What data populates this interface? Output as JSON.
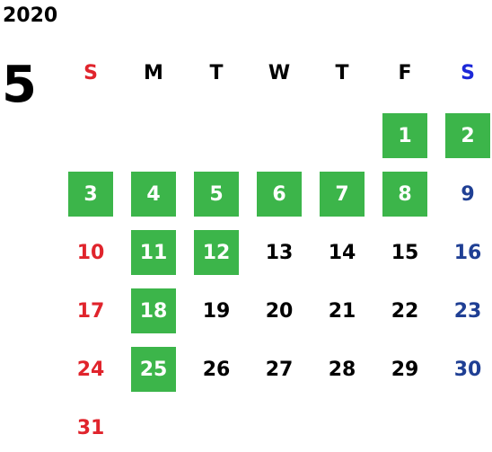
{
  "year": "2020",
  "month": "5",
  "colors": {
    "sunday": "#e0242c",
    "saturday_header": "#1c28d8",
    "saturday_day": "#1f3f94",
    "weekday": "#000000",
    "highlight_bg": "#3cb54a",
    "highlight_text": "#ffffff"
  },
  "weekdays": [
    "S",
    "M",
    "T",
    "W",
    "T",
    "F",
    "S"
  ],
  "weeks": [
    [
      null,
      null,
      null,
      null,
      null,
      {
        "day": "1",
        "hl": true
      },
      {
        "day": "2",
        "hl": true
      }
    ],
    [
      {
        "day": "3",
        "hl": true
      },
      {
        "day": "4",
        "hl": true
      },
      {
        "day": "5",
        "hl": true
      },
      {
        "day": "6",
        "hl": true
      },
      {
        "day": "7",
        "hl": true
      },
      {
        "day": "8",
        "hl": true
      },
      {
        "day": "9",
        "hl": false
      }
    ],
    [
      {
        "day": "10",
        "hl": false
      },
      {
        "day": "11",
        "hl": true
      },
      {
        "day": "12",
        "hl": true
      },
      {
        "day": "13",
        "hl": false
      },
      {
        "day": "14",
        "hl": false
      },
      {
        "day": "15",
        "hl": false
      },
      {
        "day": "16",
        "hl": false
      }
    ],
    [
      {
        "day": "17",
        "hl": false
      },
      {
        "day": "18",
        "hl": true
      },
      {
        "day": "19",
        "hl": false
      },
      {
        "day": "20",
        "hl": false
      },
      {
        "day": "21",
        "hl": false
      },
      {
        "day": "22",
        "hl": false
      },
      {
        "day": "23",
        "hl": false
      }
    ],
    [
      {
        "day": "24",
        "hl": false
      },
      {
        "day": "25",
        "hl": true
      },
      {
        "day": "26",
        "hl": false
      },
      {
        "day": "27",
        "hl": false
      },
      {
        "day": "28",
        "hl": false
      },
      {
        "day": "29",
        "hl": false
      },
      {
        "day": "30",
        "hl": false
      }
    ],
    [
      {
        "day": "31",
        "hl": false
      },
      null,
      null,
      null,
      null,
      null,
      null
    ]
  ]
}
